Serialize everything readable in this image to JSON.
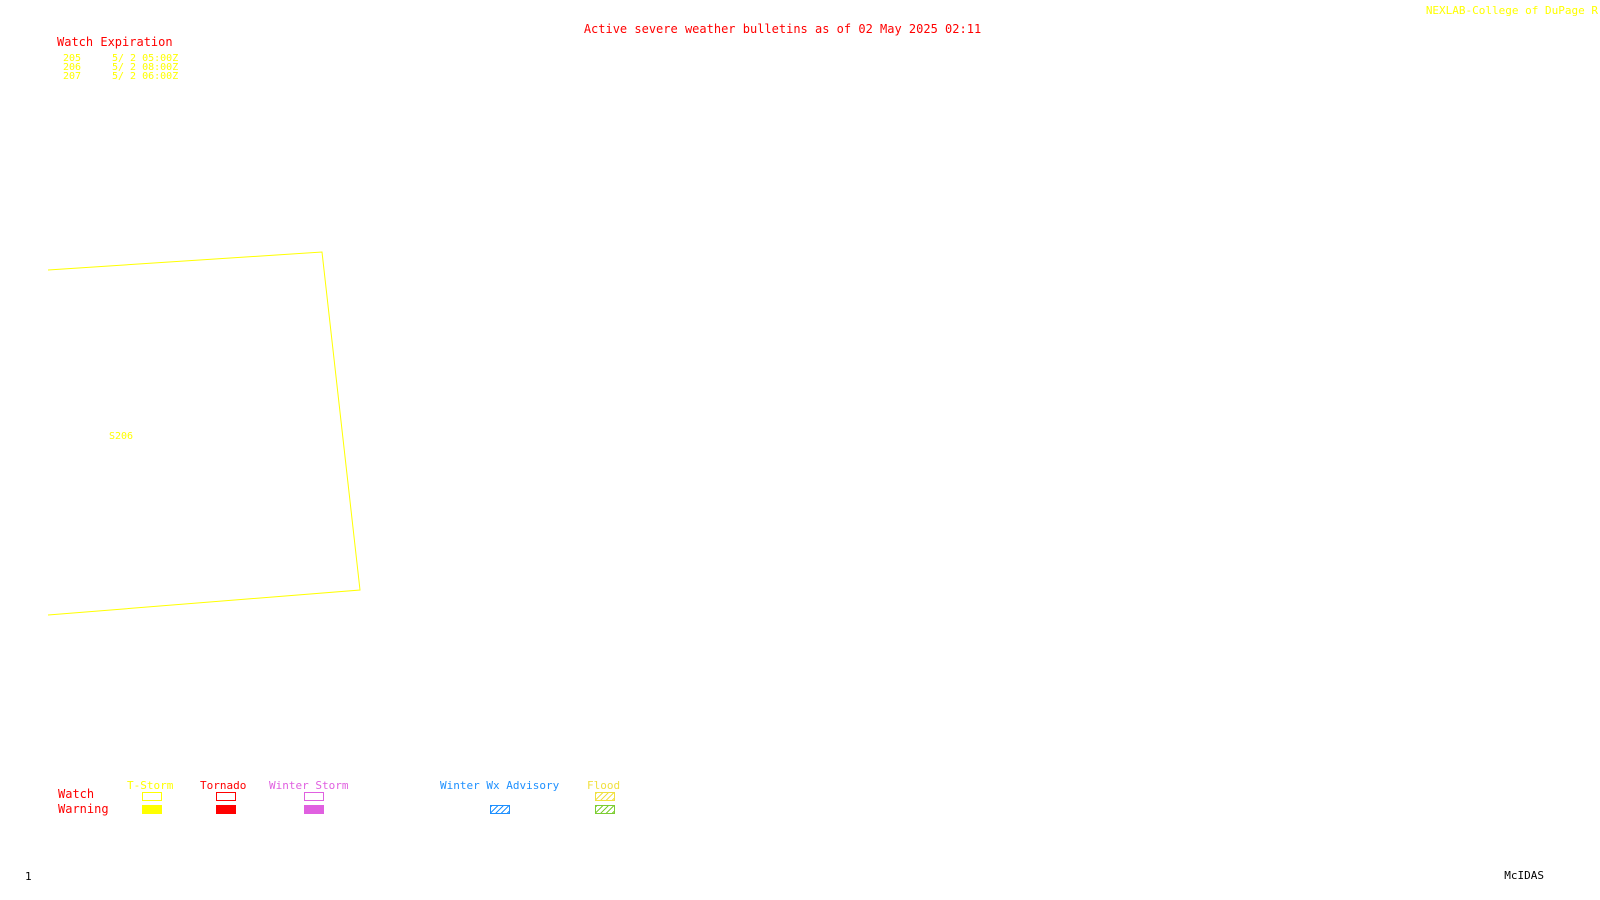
{
  "header": {
    "credit": "NEXLAB-College of DuPage R",
    "bulletin_title": "Active severe weather bulletins as of 02 May 2025 02:11"
  },
  "watch_expiration": {
    "title": "Watch Expiration",
    "rows": [
      {
        "number": "205",
        "expires": "5/ 2 05:00Z"
      },
      {
        "number": "206",
        "expires": "5/ 2 08:00Z"
      },
      {
        "number": "207",
        "expires": "5/ 2 06:00Z"
      }
    ]
  },
  "map": {
    "area_label": "S206",
    "polygon_color": "#ffff00"
  },
  "legend": {
    "row_labels": {
      "watch": "Watch",
      "warning": "Warning"
    },
    "categories": [
      {
        "label": "T-Storm",
        "color": "#ffff00"
      },
      {
        "label": "Tornado",
        "color": "#ff0000"
      },
      {
        "label": "Winter Storm",
        "color": "#e060e0"
      },
      {
        "label": "Winter Wx Advisory",
        "color": "#1e90ff"
      },
      {
        "label": "Flood",
        "color": "#f0e040"
      }
    ]
  },
  "footer": {
    "frame_number": "1",
    "software": "McIDAS"
  }
}
